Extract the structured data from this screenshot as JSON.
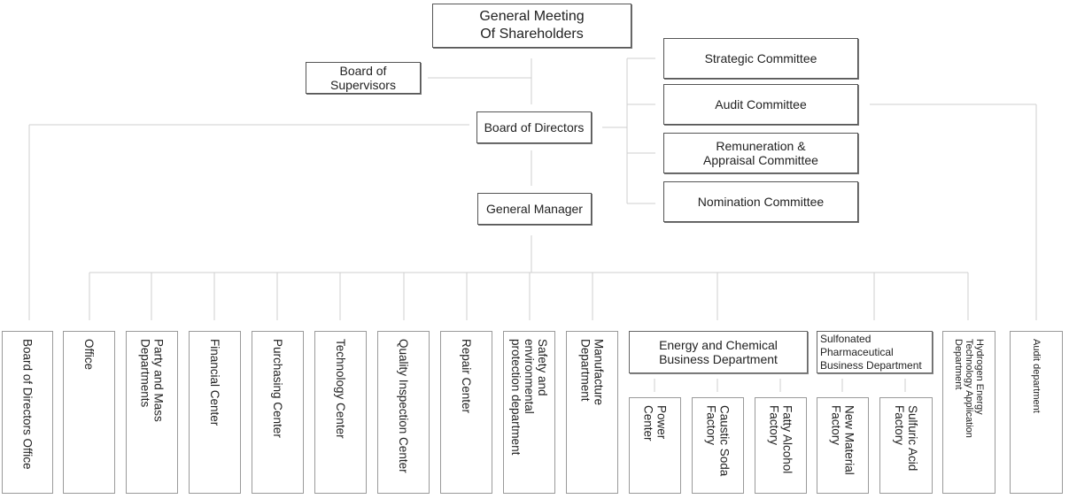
{
  "nodes": {
    "gms": "General Meeting\nOf Shareholders",
    "supervisors": "Board of\nSupervisors",
    "directors": "Board of Directors",
    "gm": "General Manager",
    "strategic": "Strategic Committee",
    "audit_committee": "Audit Committee",
    "remuneration": "Remuneration &\nAppraisal Committee",
    "nomination": "Nomination Committee",
    "bod_office": "Board of Directors Office",
    "office": "Office",
    "party": "Party and Mass\nDepartments",
    "financial": "Financial Center",
    "purchasing": "Purchasing Center",
    "technology": "Technology Center",
    "quality": "Quality Inspection Center",
    "repair": "Repair Center",
    "safety": "Safety and\nenvironmental\nprotection department",
    "manufacture": "Manufacture\nDepartment",
    "energy": "Energy and Chemical\nBusiness Department",
    "power": "Power\nCenter",
    "caustic": "Caustic Soda\nFactory",
    "fatty": "Fatty Alcohol\nFactory",
    "sulfonated": "Sulfonated\nPharmaceutical\nBusiness Department",
    "new_material": "New Material\nFactory",
    "sulfuric": "Sulfuric Acid\nFactory",
    "hydrogen": "Hydrogen Energy\nTechnology Application\nDepartment",
    "audit_dept": "Audit department"
  },
  "colors": {
    "line": "#cfcfcf",
    "border": "#9a9a9a"
  }
}
